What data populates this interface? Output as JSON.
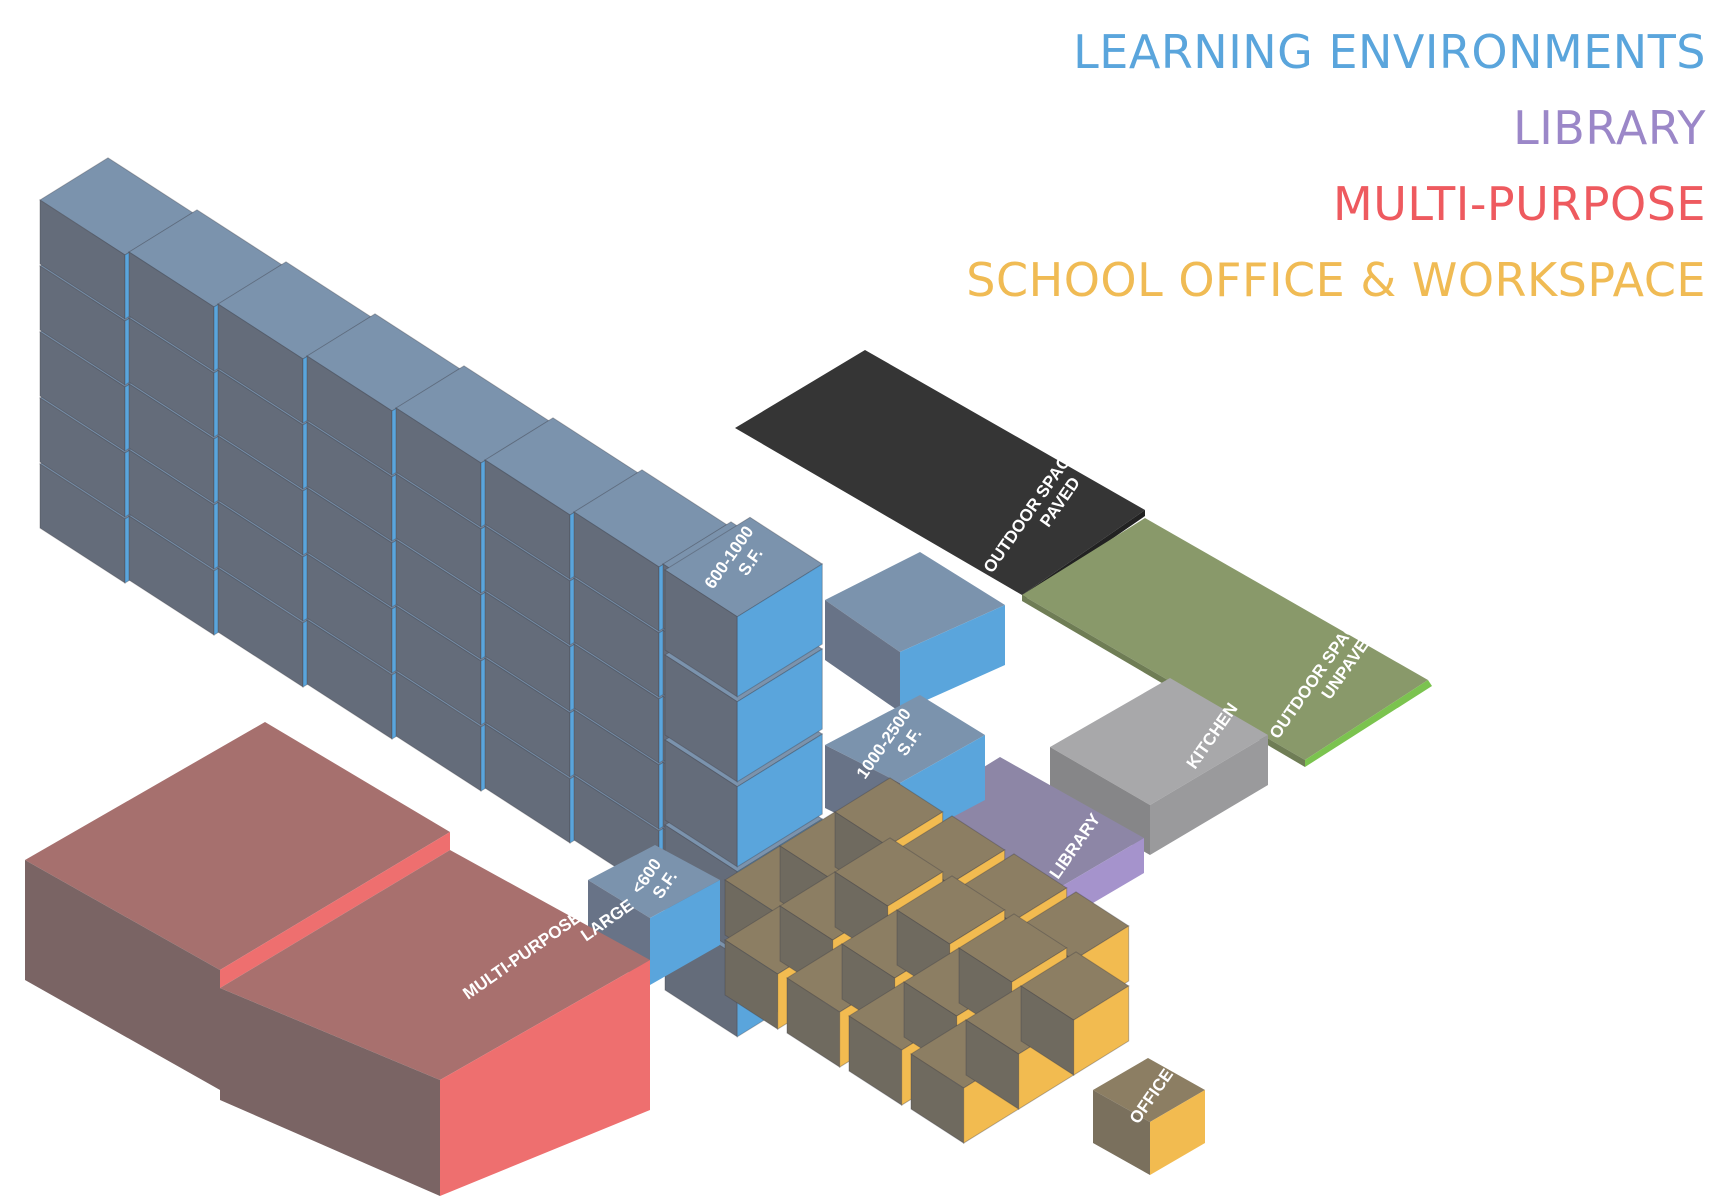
{
  "legend": {
    "learning_environments": "LEARNING ENVIRONMENTS",
    "library": "LIBRARY",
    "multi_purpose": "MULTI-PURPOSE",
    "school_office": "SCHOOL OFFICE & WORKSPACE"
  },
  "labels": {
    "sf_600_1000": [
      "600-1000",
      "S.F."
    ],
    "sf_1000_2500": [
      "1000-2500",
      "S.F."
    ],
    "sf_under_600": [
      "<600",
      "S.F."
    ],
    "outdoor_paved": [
      "OUTDOOR SPACE:",
      "PAVED"
    ],
    "outdoor_unpaved": [
      "OUTDOOR SPACE:",
      "UNPAVED"
    ],
    "kitchen": "KITCHEN",
    "library": "LIBRARY",
    "multi_purpose_large": [
      "MULTI-PURPOSE:",
      "LARGE"
    ],
    "office": "OFFICE"
  },
  "colors": {
    "learning": "#5aa5dc",
    "library": "#a593cc",
    "multi_purpose": "#ee6f6f",
    "office": "#f2bb50",
    "outdoor_paved": "#353535",
    "outdoor_unpaved": "#89996a",
    "kitchen": "#9a9a9c"
  }
}
